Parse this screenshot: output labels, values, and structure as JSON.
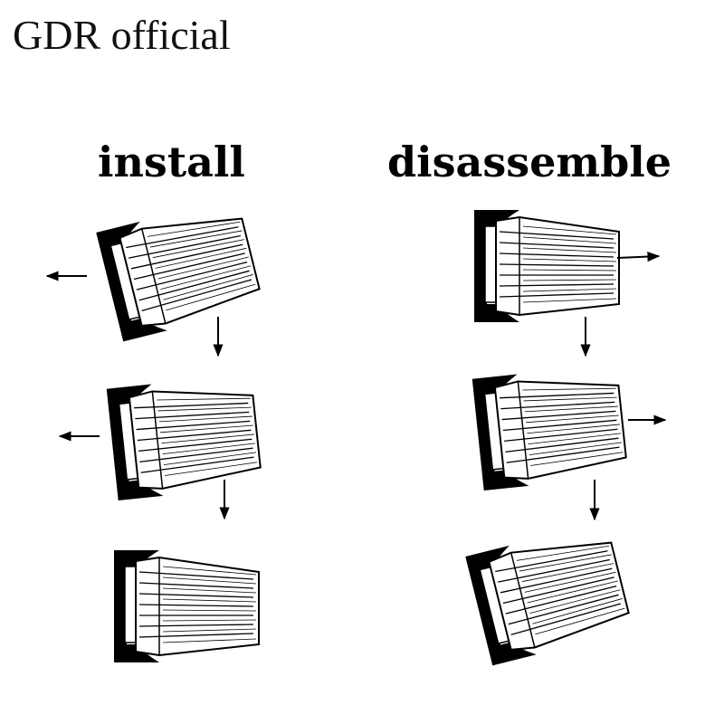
{
  "brand": {
    "text": "GDR official"
  },
  "headings": {
    "install": "install",
    "disassemble": "disassemble"
  },
  "colors": {
    "ink": "#000000",
    "fill": "#ffffff"
  },
  "icons": [
    "collet-nut-icon",
    "collet-icon",
    "arrow-left-icon",
    "arrow-right-icon",
    "arrow-down-icon"
  ]
}
